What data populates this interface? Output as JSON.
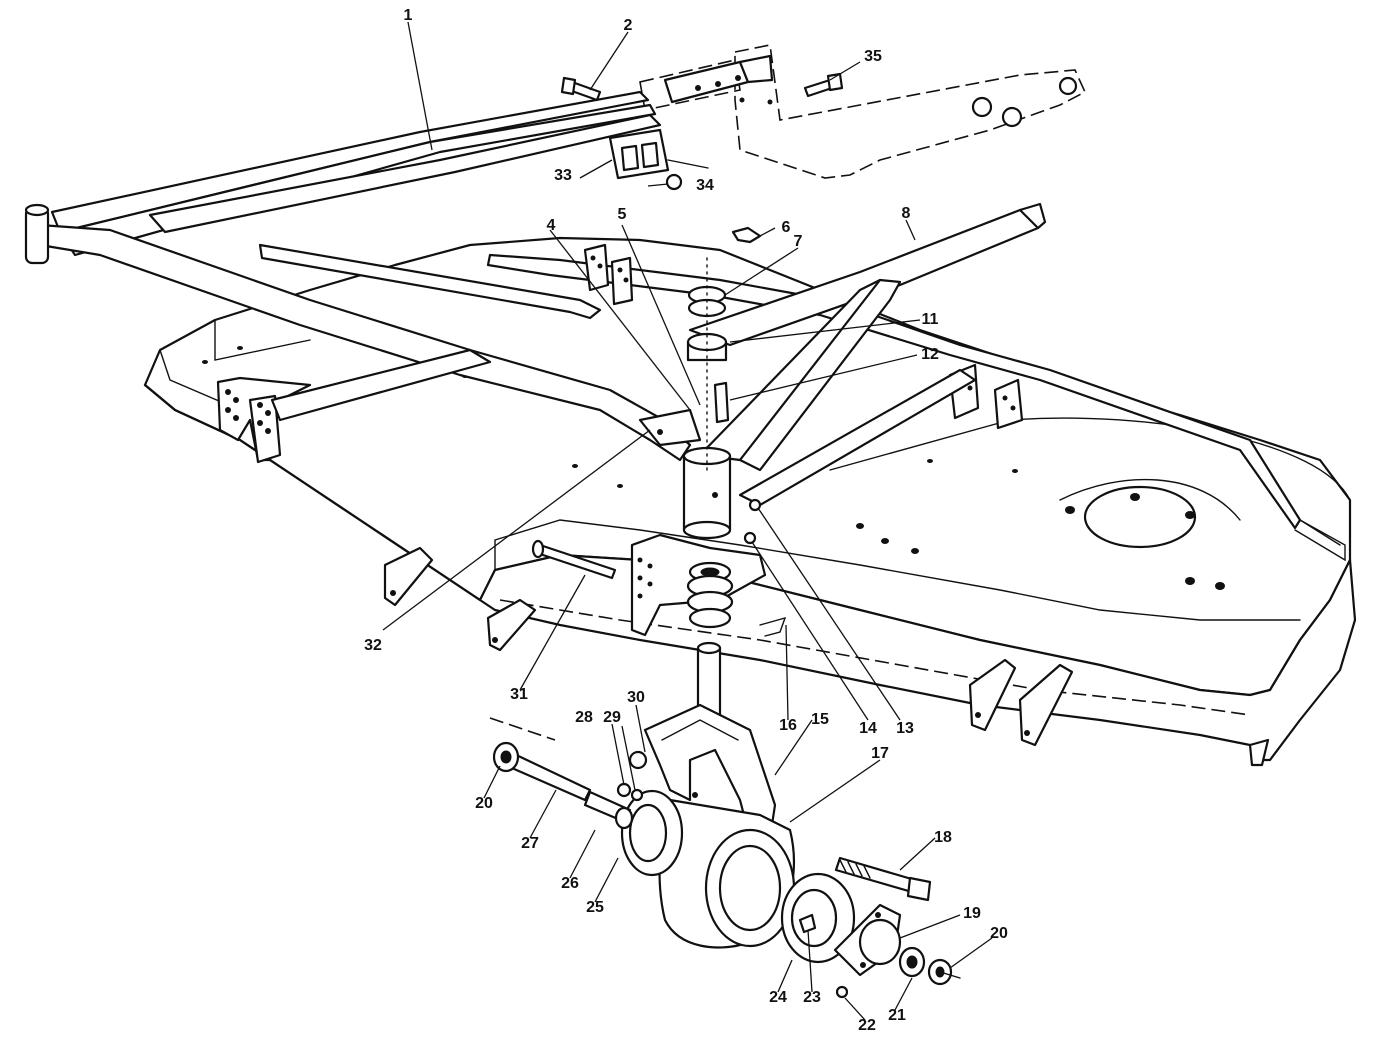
{
  "callouts": [
    {
      "id": "c1",
      "text": "1"
    },
    {
      "id": "c2",
      "text": "2"
    },
    {
      "id": "c35",
      "text": "35"
    },
    {
      "id": "c33",
      "text": "33"
    },
    {
      "id": "c34",
      "text": "34"
    },
    {
      "id": "c4",
      "text": "4"
    },
    {
      "id": "c5",
      "text": "5"
    },
    {
      "id": "c6",
      "text": "6"
    },
    {
      "id": "c7",
      "text": "7"
    },
    {
      "id": "c8",
      "text": "8"
    },
    {
      "id": "c11",
      "text": "11"
    },
    {
      "id": "c12",
      "text": "12"
    },
    {
      "id": "c32",
      "text": "32"
    },
    {
      "id": "c31",
      "text": "31"
    },
    {
      "id": "c30",
      "text": "30"
    },
    {
      "id": "c28",
      "text": "28"
    },
    {
      "id": "c29",
      "text": "29"
    },
    {
      "id": "c16",
      "text": "16"
    },
    {
      "id": "c15",
      "text": "15"
    },
    {
      "id": "c14",
      "text": "14"
    },
    {
      "id": "c13",
      "text": "13"
    },
    {
      "id": "c17",
      "text": "17"
    },
    {
      "id": "c20a",
      "text": "20"
    },
    {
      "id": "c27",
      "text": "27"
    },
    {
      "id": "c26",
      "text": "26"
    },
    {
      "id": "c25",
      "text": "25"
    },
    {
      "id": "c18",
      "text": "18"
    },
    {
      "id": "c19",
      "text": "19"
    },
    {
      "id": "c20b",
      "text": "20"
    },
    {
      "id": "c24",
      "text": "24"
    },
    {
      "id": "c23",
      "text": "23"
    },
    {
      "id": "c22",
      "text": "22"
    },
    {
      "id": "c21",
      "text": "21"
    }
  ]
}
